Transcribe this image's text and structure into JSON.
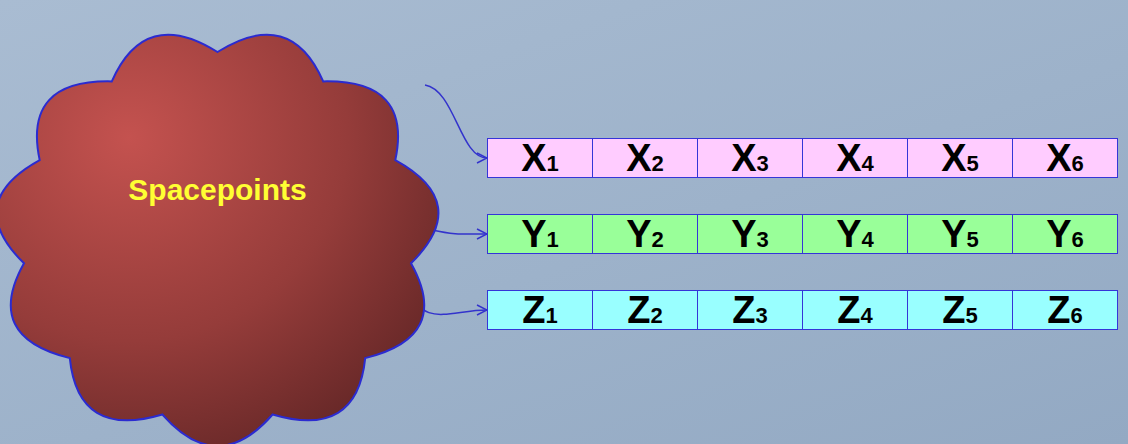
{
  "diagram": {
    "nodes": [
      {
        "text": [
          "Spacepoints"
        ]
      },
      {
        "text": [
          "X",
          "1"
        ]
      },
      {
        "text": [
          "X",
          "2"
        ]
      },
      {
        "text": [
          "X",
          "3"
        ]
      },
      {
        "text": [
          "X",
          "4"
        ]
      },
      {
        "text": [
          "X",
          "5"
        ]
      },
      {
        "text": [
          "X",
          "6"
        ]
      },
      {
        "text": [
          "Y",
          "1"
        ]
      },
      {
        "text": [
          "Y",
          "2"
        ]
      },
      {
        "text": [
          "Y",
          "3"
        ]
      },
      {
        "text": [
          "Y",
          "4"
        ]
      },
      {
        "text": [
          "Y",
          "5"
        ]
      },
      {
        "text": [
          "Y",
          "6"
        ]
      },
      {
        "text": [
          "Z",
          "1"
        ]
      },
      {
        "text": [
          "Z",
          "2"
        ]
      },
      {
        "text": [
          "Z",
          "3"
        ]
      },
      {
        "text": [
          "Z",
          "4"
        ]
      },
      {
        "text": [
          "Z",
          "5"
        ]
      },
      {
        "text": [
          "Z",
          "6"
        ]
      }
    ],
    "edges": [
      {
        "from": 0,
        "to": 1,
        "arrow": "to"
      },
      {
        "from": 0,
        "to": 7,
        "arrow": "to"
      },
      {
        "from": 0,
        "to": 13,
        "arrow": "to"
      }
    ]
  }
}
